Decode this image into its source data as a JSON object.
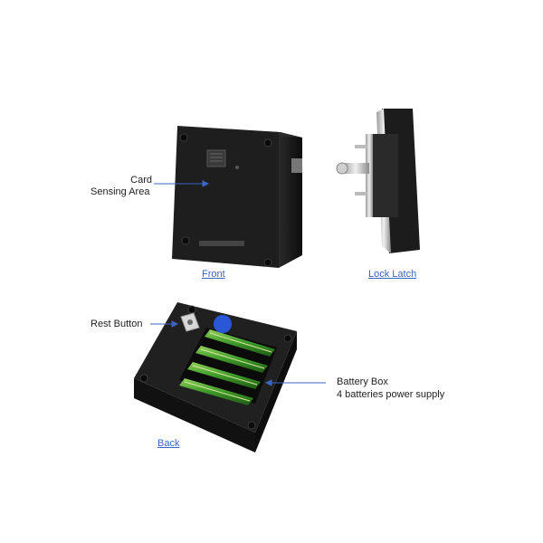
{
  "labels": {
    "card_line1": "Card",
    "card_line2": "Sensing Area",
    "rest_button": "Rest Button",
    "battery_line1": "Battery Box",
    "battery_line2": "4 batteries power supply"
  },
  "captions": {
    "front": "Front",
    "lock_latch": "Lock Latch",
    "back": "Back"
  },
  "colors": {
    "arrow": "#3a66c4",
    "device": "#1c1c1c",
    "battery_green": "#3e9a2a",
    "button_blue": "#2a56d8"
  }
}
